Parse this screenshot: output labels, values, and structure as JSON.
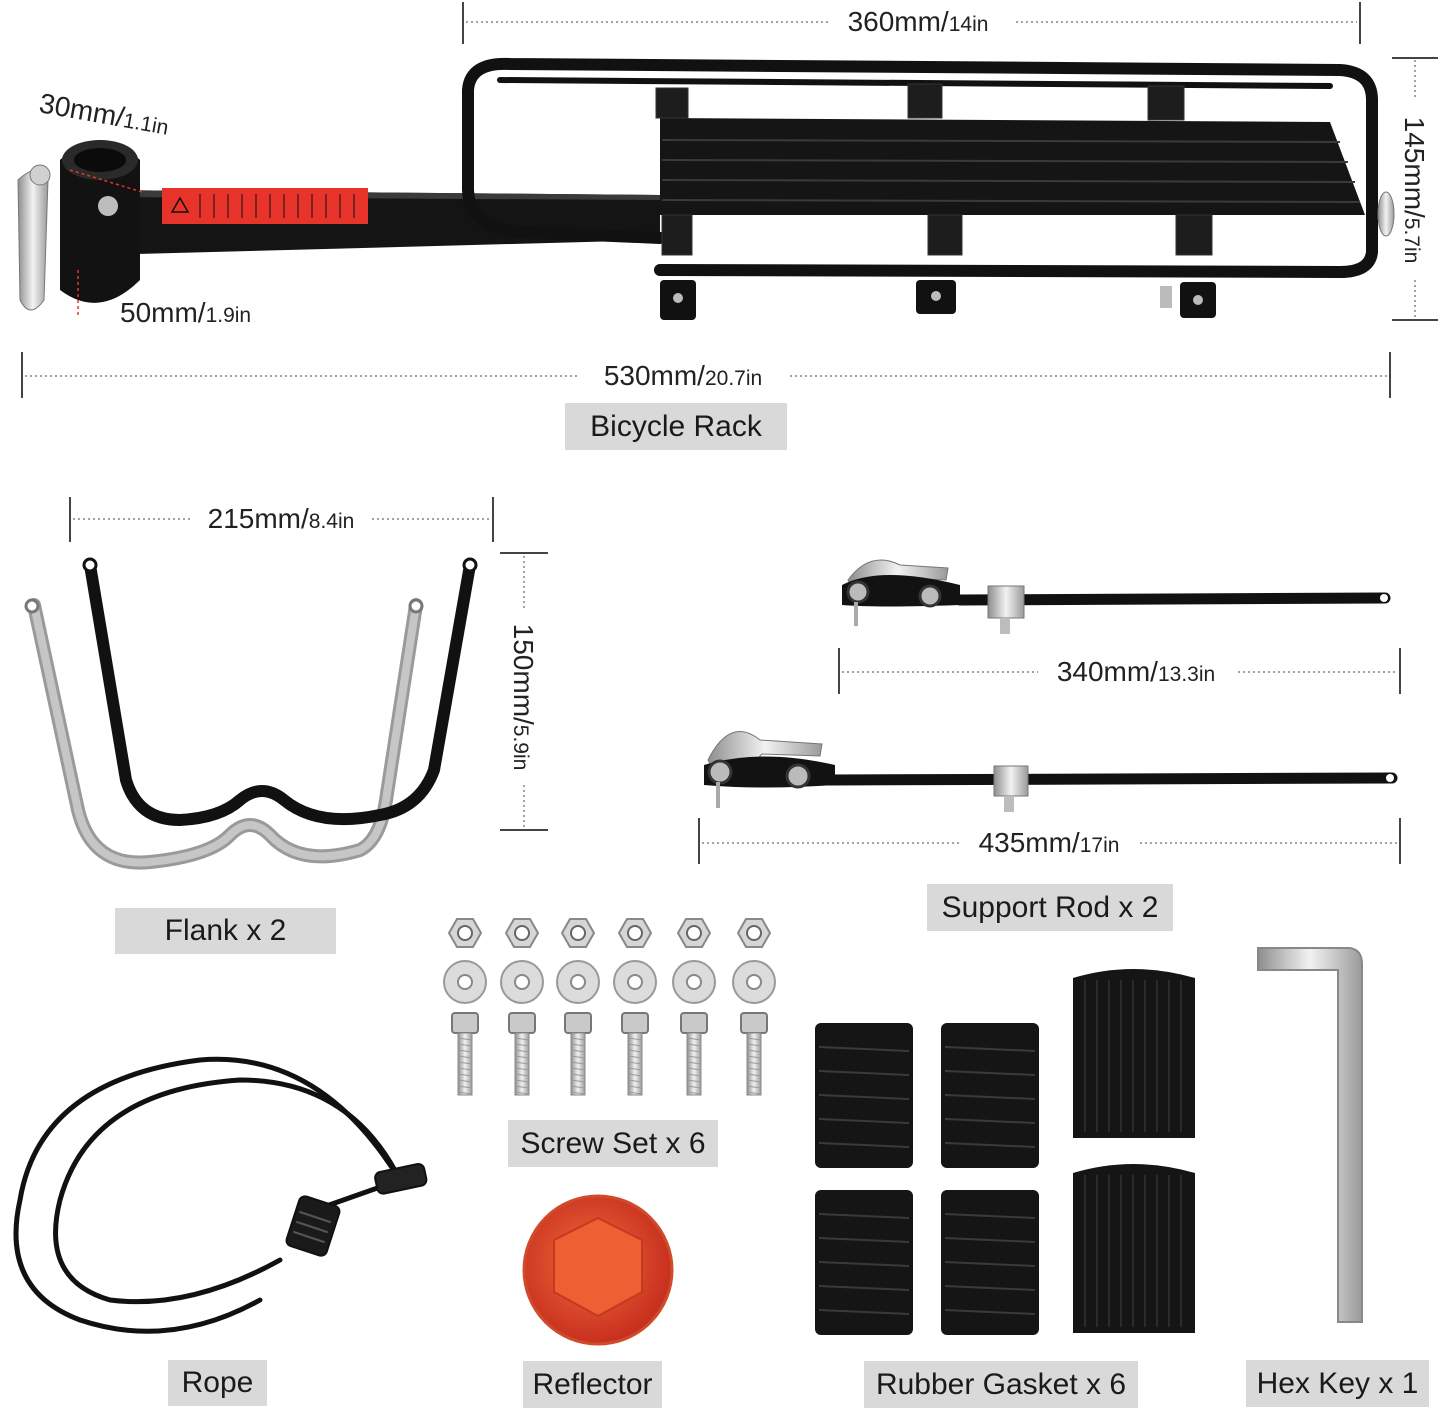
{
  "dimensions": {
    "rack_width": {
      "value": "360mm/",
      "inch": "14in"
    },
    "rack_height": {
      "value": "145mm/",
      "inch": "5.7in"
    },
    "clamp_inner": {
      "value": "30mm/",
      "inch": "1.1in"
    },
    "clamp_outer": {
      "value": "50mm/",
      "inch": "1.9in"
    },
    "rack_length": {
      "value": "530mm/",
      "inch": "20.7in"
    },
    "flank_width": {
      "value": "215mm/",
      "inch": "8.4in"
    },
    "flank_height": {
      "value": "150mm/",
      "inch": "5.9in"
    },
    "rod_short": {
      "value": "340mm/",
      "inch": "13.3in"
    },
    "rod_long": {
      "value": "435mm/",
      "inch": "17in"
    }
  },
  "labels": {
    "bicycle_rack": "Bicycle Rack",
    "flank": "Flank x 2",
    "support_rod": "Support Rod x 2",
    "screw_set": "Screw Set x 6",
    "rope": "Rope",
    "reflector": "Reflector",
    "rubber_gasket": "Rubber Gasket x 6",
    "hex_key": "Hex Key x 1"
  },
  "colors": {
    "metal_black": "#111111",
    "warning_label": "#e8332a",
    "reflector": "#e2452b",
    "label_bg": "#d9d9d9",
    "steel": "#c9c9c9"
  }
}
